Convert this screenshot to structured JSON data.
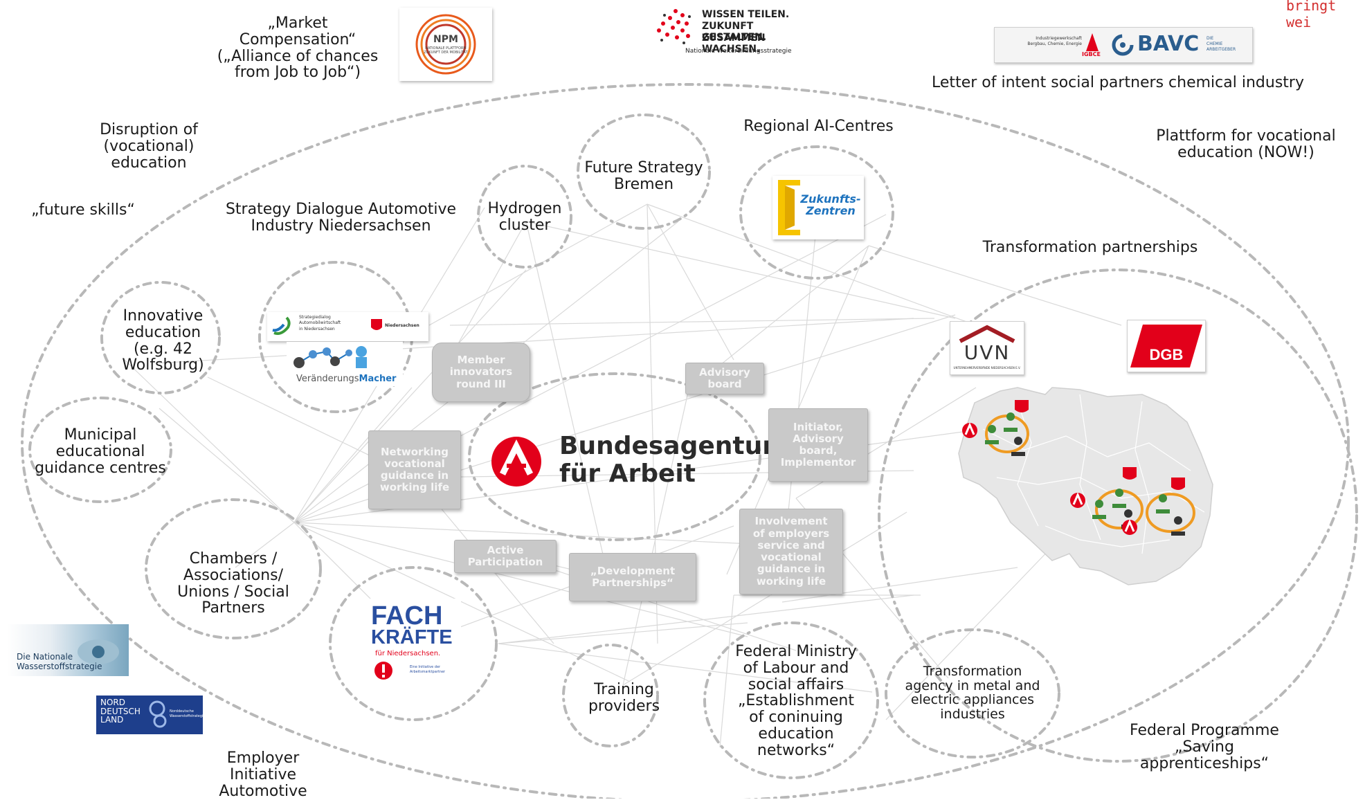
{
  "colors": {
    "ba_red": "#e2001a",
    "dgb_red": "#e2001a",
    "ring_orange": "#ef9b23",
    "node_green": "#3e8c3a",
    "dash_gray": "#b8b8b8",
    "box_gray": "#c9c9c9"
  },
  "corner_text": "bringt wei",
  "center": {
    "line1": "Bundesagentur",
    "line2": "für Arbeit"
  },
  "texts": {
    "market_compensation": "„Market\nCompensation“\n(„Alliance of chances\nfrom Job to Job“)",
    "letter_of_intent": "Letter of intent social partners chemical industry",
    "disruption": "Disruption of\n(vocational)\neducation",
    "future_skills": "„future skills“",
    "strategy_dialogue": "Strategy Dialogue Automotive\nIndustry Niedersachsen",
    "hydrogen": "Hydrogen\ncluster",
    "future_strategy": "Future Strategy\nBremen",
    "regional_ai": "Regional AI-Centres",
    "plattform": "Plattform for vocational\neducation (NOW!)",
    "transformation_partnerships": "Transformation partnerships",
    "innovative_education": "Innovative\neducation\n(e.g. 42\nWolfsburg)",
    "municipal": "Municipal\neducational\nguidance centres",
    "chambers": "Chambers /\nAssociations/\nUnions / Social\nPartners",
    "training": "Training\nproviders",
    "federal_ministry": "Federal Ministry\nof Labour and\nsocial affairs\n„Establishment\nof coninuing\neducation\nnetworks“",
    "transformation_agency": "Transformation\nagency in metal and\nelectric appliances\nindustries",
    "federal_programme": "Federal Programme\n„Saving\napprenticeships“",
    "employer_initiative": "Employer\nInitiative\nAutomotive"
  },
  "boxes": {
    "member": "Member\ninnovators\nround III",
    "advisory": "Advisory\nboard",
    "initiator": "Initiator,\nAdvisory\nboard,\nImplementor",
    "networking": "Networking\nvocational\nguidance in\nworking life",
    "involvement": "Involvement\nof employers\nservice and\nvocational\nguidance in\nworking life",
    "active": "Active\nParticipation",
    "development": "„Development\nPartnerships“"
  },
  "logos": {
    "npm_short": "NPM",
    "npm_sub": "NATIONALE PLATTFORM\nZUKUNFT DER MOBILITÄT",
    "wissen_line1": "WISSEN TEILEN.",
    "wissen_line2": "ZUKUNFT GESTALTEN.",
    "wissen_line3": "ZUSAMMEN WACHSEN.",
    "wissen_sub": "Nationale Weiterbildungsstrategie",
    "igbce_text": "Industriegewerkschaft\nBergbau, Chemie, Energie",
    "igbce_short": "IGBCE",
    "bavc": "BAVC",
    "bavc_sub": "DIE\nCHEMIE\nARBEITGEBER",
    "zukunft": "Zukunfts-\nZentren",
    "sd_text": "Strategiedialog\nAutomobilwirtschaft\nin Niedersachsen",
    "sd_state": "Niedersachsen",
    "veraenderung_a": "Veränderungs",
    "veraenderung_b": "Macher",
    "uvn": "UVN",
    "uvn_sub": "UNTERNEHMERVERBÄNDE NIEDERSACHSEN E.V.",
    "dgb": "DGB",
    "fach1": "FACH",
    "fach2": "KRÄFTE",
    "fach3": "für Niedersachsen.",
    "fach_sub": "Eine Initiative der\nArbeitsmarktpartner",
    "wasserstoff": "Die Nationale\nWasserstoffstrategie",
    "nord": "NORD\nDEUTSCH\nLAND",
    "nord_sub": "Norddeutsche\nWasserstoffstrategie"
  }
}
